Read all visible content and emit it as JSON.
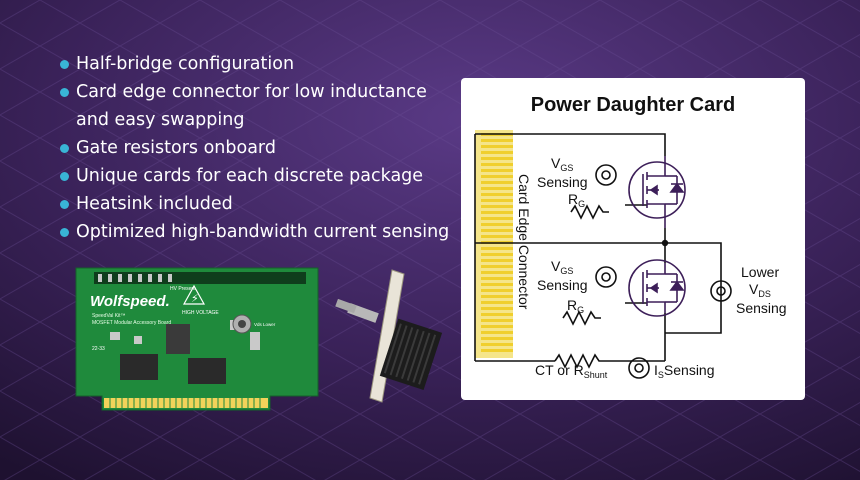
{
  "bullets": [
    {
      "text": "Half-bridge configuration"
    },
    {
      "text": "Card edge connector for low inductance"
    },
    {
      "text": "and easy swapping",
      "continuation": true
    },
    {
      "text": "Gate resistors onboard"
    },
    {
      "text": "Unique cards for each discrete package"
    },
    {
      "text": "Heatsink included"
    },
    {
      "text": "Optimized high-bandwidth current sensing"
    }
  ],
  "diagram": {
    "title": "Power Daughter Card",
    "connector_label": "Card Edge Connector",
    "top_vgs": {
      "main": "V",
      "sub": "GS",
      "line2": "Sensing"
    },
    "top_rg": {
      "main": "R",
      "sub": "G"
    },
    "bot_vgs": {
      "main": "V",
      "sub": "GS",
      "line2": "Sensing"
    },
    "bot_rg": {
      "main": "R",
      "sub": "G"
    },
    "vds": {
      "line1": "Lower",
      "main": "V",
      "sub": "DS",
      "line3": "Sensing"
    },
    "ct": {
      "main": "CT or R",
      "sub": "Shunt"
    },
    "is": {
      "main": "I",
      "sub": "S",
      "tail": "Sensing"
    }
  },
  "board": {
    "brand": "Wolfspeed.",
    "subtitle1": "SpeedVal Kit™",
    "subtitle2": "MOSFET Modular Accessory Board",
    "hv": "HIGH VOLTAGE",
    "present": "HV Present",
    "vds_lower": "Vds Lower",
    "rev": "22-33"
  },
  "colors": {
    "background": "#2a1742",
    "bullet_dot": "#39b5d6",
    "pcb_green": "#1f8a3c",
    "gold": "#f2d35a"
  }
}
